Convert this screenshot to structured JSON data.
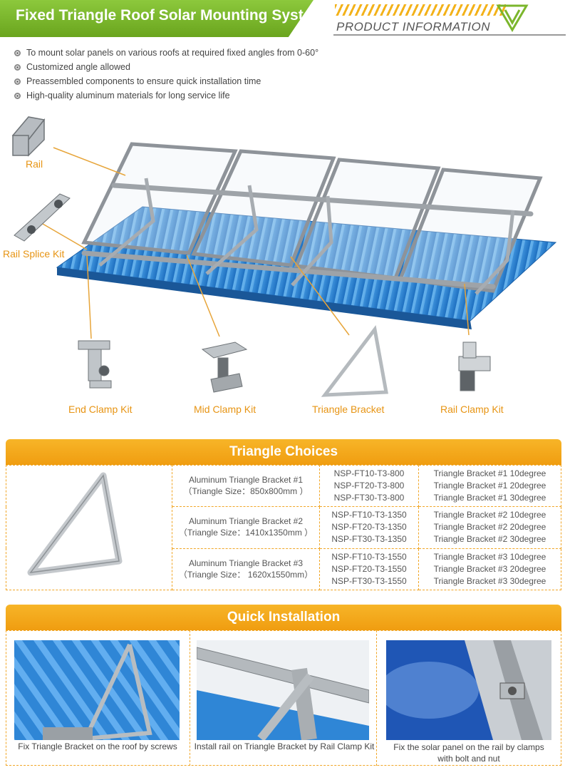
{
  "header": {
    "title": "Fixed Triangle Roof Solar Mounting System",
    "subtitle": "PRODUCT INFORMATION",
    "logo_icon": "triangle-v-logo-icon"
  },
  "bullets": [
    "To mount solar panels on various roofs at required fixed angles from 0-60°",
    "Customized angle allowed",
    "Preassembled components to ensure quick installation time",
    "High-quality aluminum materials for long service life"
  ],
  "components": {
    "rail": "Rail",
    "rail_splice": "Rail Splice Kit",
    "end_clamp": "End Clamp Kit",
    "mid_clamp": "Mid Clamp Kit",
    "triangle_bracket": "Triangle Bracket",
    "rail_clamp": "Rail Clamp Kit"
  },
  "triangle_choices": {
    "title": "Triangle Choices",
    "rows": [
      {
        "name": "Aluminum Triangle Bracket #1",
        "size": "（Triangle Size：850x800mm ）",
        "codes": [
          "NSP-FT10-T3-800",
          "NSP-FT20-T3-800",
          "NSP-FT30-T3-800"
        ],
        "descs": [
          "Triangle Bracket #1 10degree",
          "Triangle Bracket #1 20degree",
          "Triangle Bracket #1 30degree"
        ]
      },
      {
        "name": "Aluminum Triangle Bracket #2",
        "size": "（Triangle Size：1410x1350mm ）",
        "codes": [
          "NSP-FT10-T3-1350",
          "NSP-FT20-T3-1350",
          "NSP-FT30-T3-1350"
        ],
        "descs": [
          "Triangle Bracket #2 10degree",
          "Triangle Bracket #2 20degree",
          "Triangle Bracket #2 30degree"
        ]
      },
      {
        "name": "Aluminum Triangle Bracket #3",
        "size": "（Triangle Size： 1620x1550mm）",
        "codes": [
          "NSP-FT10-T3-1550",
          "NSP-FT20-T3-1550",
          "NSP-FT30-T3-1550"
        ],
        "descs": [
          "Triangle Bracket #3 10degree",
          "Triangle Bracket #3 20degree",
          "Triangle Bracket #3 30degree"
        ]
      }
    ]
  },
  "quick_installation": {
    "title": "Quick Installation",
    "steps": [
      "Fix Triangle Bracket on the roof by screws",
      "Install rail on Triangle Bracket by Rail Clamp Kit",
      "Fix the solar panel on the rail  by clamps with bolt and nut"
    ]
  },
  "colors": {
    "green": "#78b42a",
    "orange": "#f3a21a",
    "label": "#e79413",
    "roof_blue": "#2f86d6"
  }
}
